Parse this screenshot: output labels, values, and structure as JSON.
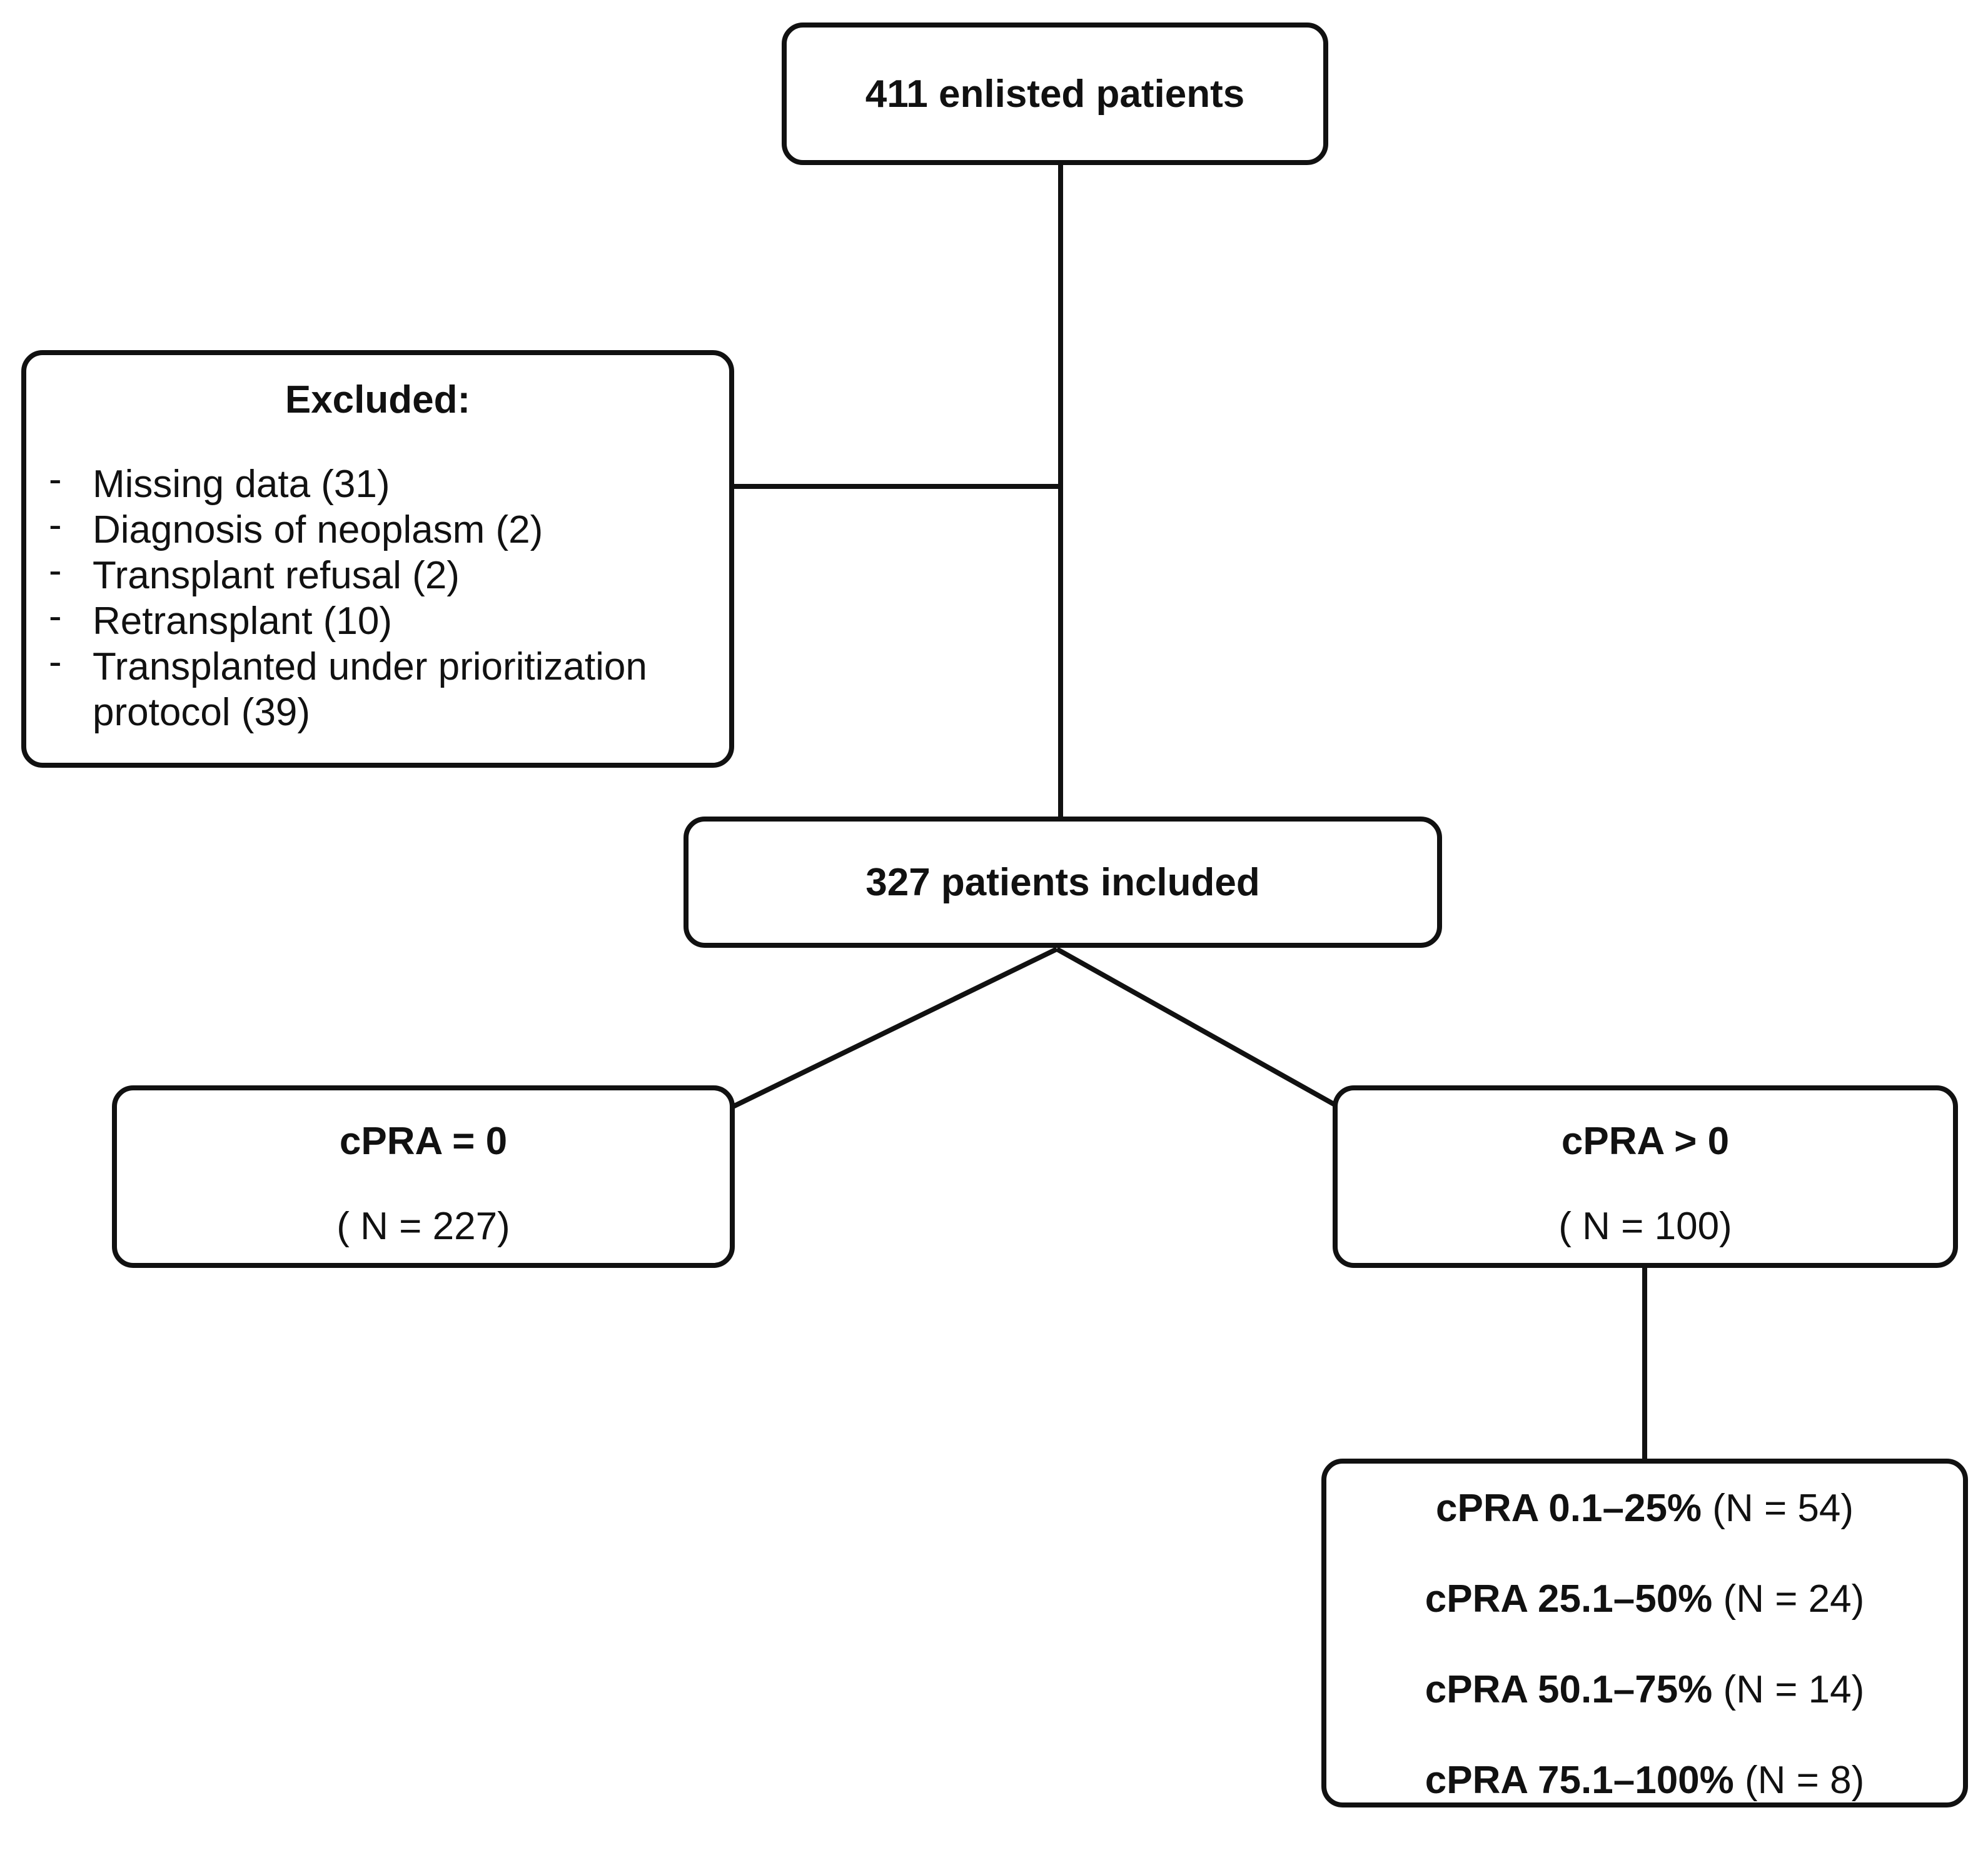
{
  "nodes": {
    "enlisted": {
      "text": "411 enlisted patients"
    },
    "excluded": {
      "title": "Excluded:",
      "bullet": "-",
      "items": [
        {
          "text": "Missing data (31)"
        },
        {
          "text": "Diagnosis of neoplasm (2)"
        },
        {
          "text": "Transplant refusal (2)"
        },
        {
          "text": "Retransplant (10)"
        },
        {
          "text": "Transplanted under prioritization protocol (39)"
        }
      ]
    },
    "included": {
      "text": "327 patients included"
    },
    "cpra_zero": {
      "title": "cPRA = 0",
      "n": "( N = 227)"
    },
    "cpra_positive": {
      "title": "cPRA > 0",
      "n": "( N = 100)"
    },
    "cpra_ranges": [
      {
        "label": "cPRA 0.1–25%",
        "n": "(N = 54)"
      },
      {
        "label": "cPRA 25.1–50%",
        "n": "(N = 24)"
      },
      {
        "label": "cPRA 50.1–75%",
        "n": "(N = 14)"
      },
      {
        "label": "cPRA 75.1–100%",
        "n": "(N = 8)"
      }
    ]
  },
  "edges": [
    {
      "from": "enlisted",
      "to": "included"
    },
    {
      "from": "enlisted",
      "to": "excluded"
    },
    {
      "from": "included",
      "to": "cpra_zero"
    },
    {
      "from": "included",
      "to": "cpra_positive"
    },
    {
      "from": "cpra_positive",
      "to": "cpra_ranges"
    }
  ]
}
